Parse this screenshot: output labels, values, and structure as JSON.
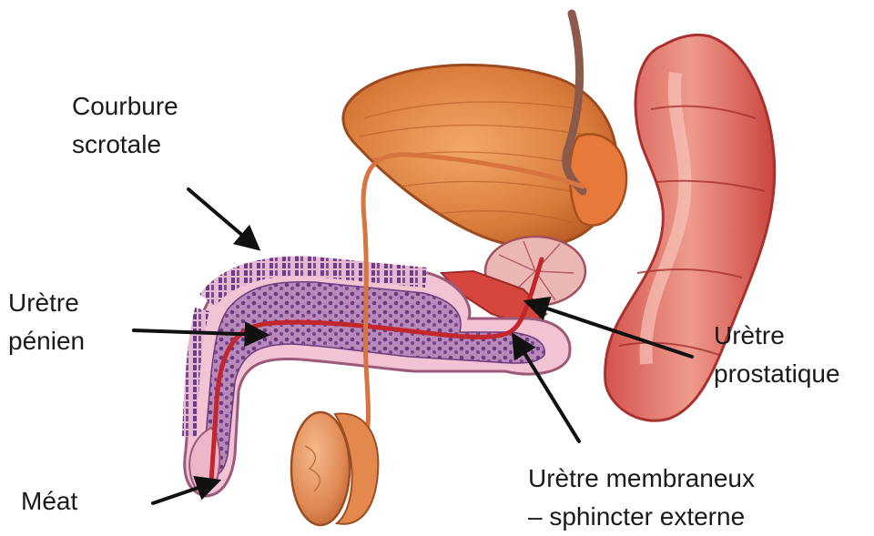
{
  "labels": {
    "courbure": {
      "line1": "Courbure",
      "line2": "scrotale"
    },
    "uretre_penien": {
      "line1": "Urètre",
      "line2": "pénien"
    },
    "meat": {
      "line1": "Méat"
    },
    "uretre_prostatique": {
      "line1": "Urètre",
      "line2": "prostatique"
    },
    "uretre_membraneux": {
      "line1": "Urètre membraneux",
      "line2": "– sphincter externe"
    }
  }
}
